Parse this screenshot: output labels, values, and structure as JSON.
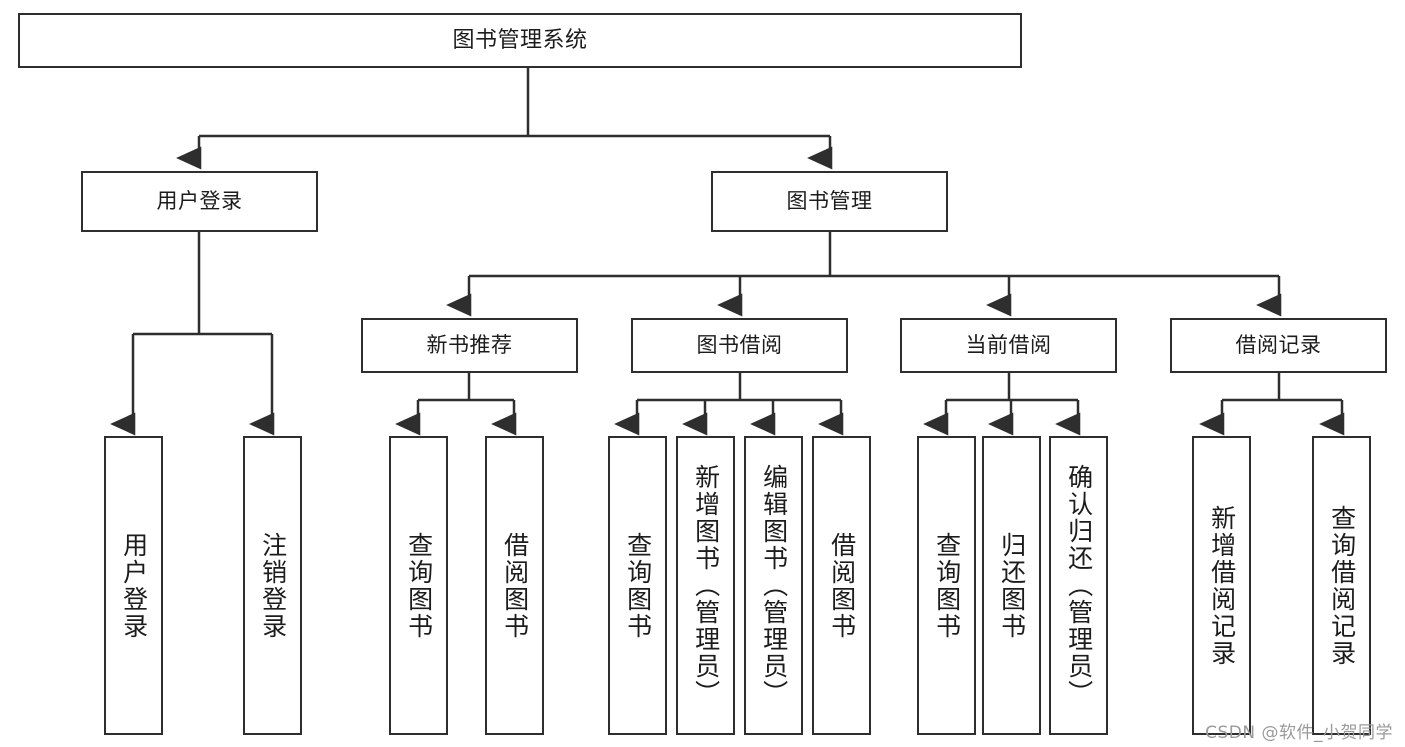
{
  "diagram": {
    "title": "图书管理系统",
    "type": "tree-hierarchy",
    "watermark": "CSDN @软件_小贺同学",
    "line_color": "#2e2e2e",
    "box_fill": "#ffffff",
    "text_color": "#1c1c1c",
    "nodes": {
      "root": {
        "label": "图书管理系统"
      },
      "level2": [
        {
          "id": "user-login",
          "label": "用户登录"
        },
        {
          "id": "book-management",
          "label": "图书管理"
        }
      ],
      "level3": [
        {
          "id": "new-book-recommend",
          "label": "新书推荐",
          "parent": "book-management"
        },
        {
          "id": "book-borrow",
          "label": "图书借阅",
          "parent": "book-management"
        },
        {
          "id": "current-borrow",
          "label": "当前借阅",
          "parent": "book-management"
        },
        {
          "id": "borrow-record",
          "label": "借阅记录",
          "parent": "book-management"
        }
      ],
      "leaves": {
        "user-login": [
          {
            "id": "leaf-user-login",
            "label": "用户登录"
          },
          {
            "id": "leaf-user-logout",
            "label": "注销登录"
          }
        ],
        "new-book-recommend": [
          {
            "id": "leaf-query-book-1",
            "label": "查询图书"
          },
          {
            "id": "leaf-borrow-book-1",
            "label": "借阅图书"
          }
        ],
        "book-borrow": [
          {
            "id": "leaf-query-book-2",
            "label": "查询图书"
          },
          {
            "id": "leaf-add-book",
            "label": "新增图书（管理员）"
          },
          {
            "id": "leaf-edit-book",
            "label": "编辑图书（管理员）"
          },
          {
            "id": "leaf-borrow-book-2",
            "label": "借阅图书"
          }
        ],
        "current-borrow": [
          {
            "id": "leaf-query-book-3",
            "label": "查询图书"
          },
          {
            "id": "leaf-return-book",
            "label": "归还图书"
          },
          {
            "id": "leaf-confirm-return",
            "label": "确认归还（管理员）"
          }
        ],
        "borrow-record": [
          {
            "id": "leaf-add-record",
            "label": "新增借阅记录"
          },
          {
            "id": "leaf-query-record",
            "label": "查询借阅记录"
          }
        ]
      }
    }
  }
}
